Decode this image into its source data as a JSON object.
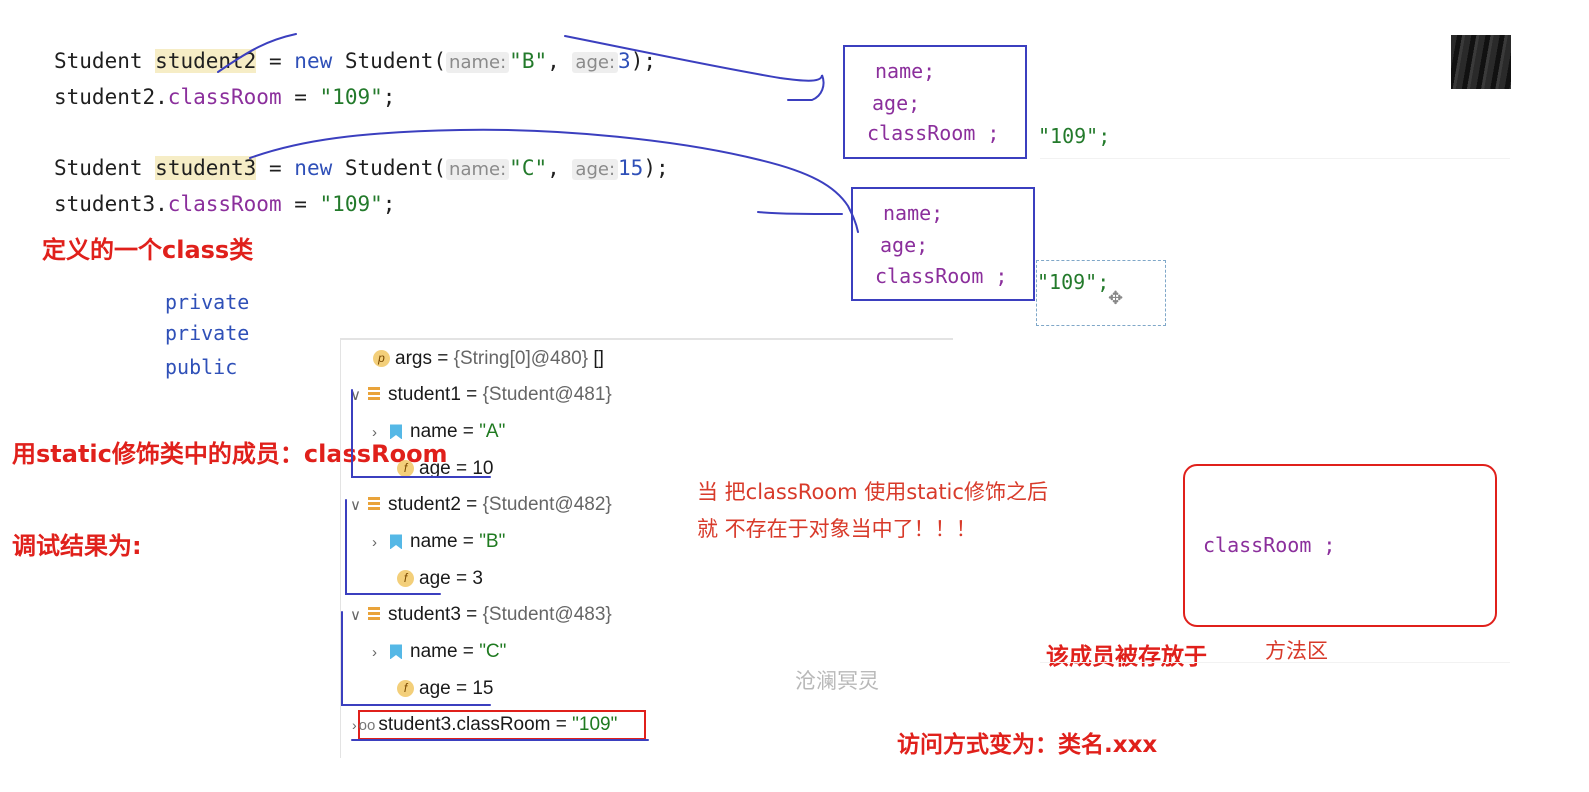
{
  "code": {
    "line1": {
      "type": "Student",
      "var": "student2",
      "eq": "=",
      "new": "new",
      "ctor": "Student(",
      "hint_name": "name:",
      "arg_name": "\"B\"",
      "comma": ",",
      "hint_age": "age:",
      "arg_age": "3",
      "close": ");"
    },
    "line2": {
      "obj": "student2.",
      "field": "classRoom",
      "eq": " = ",
      "value": "\"109\"",
      "end": ";"
    },
    "line3": {
      "type": "Student",
      "var": "student3",
      "eq": "=",
      "new": "new",
      "ctor": "Student(",
      "hint_name": "name:",
      "arg_name": "\"C\"",
      "comma": ",",
      "hint_age": "age:",
      "arg_age": "15",
      "close": ");"
    },
    "line4": {
      "obj": "student3.",
      "field": "classRoom",
      "eq": " = ",
      "value": "\"109\"",
      "end": ";"
    }
  },
  "modifiers": [
    "private",
    "private",
    "public"
  ],
  "object_box_1": {
    "name": "name;",
    "age": "age;",
    "classroom": "classRoom ;",
    "value": "\"109\";"
  },
  "object_box_2": {
    "name": "name;",
    "age": "age;",
    "classroom": "classRoom ;",
    "value": "\"109\";"
  },
  "annotations": {
    "define_class": "定义的一个class类",
    "static_member": "用static修饰类中的成员：classRoom",
    "debug_result": "调试结果为:",
    "note_line1": "当 把classRoom 使用static修饰之后",
    "note_line2": "就 不存在于对象当中了！！！",
    "stored_in": "该成员被存放于",
    "method_area": "方法区",
    "access_way": "访问方式变为：类名.xxx",
    "watermark": "沧澜冥灵"
  },
  "method_area_box": {
    "classroom": "classRoom ;"
  },
  "debugger": {
    "args": {
      "name": "args",
      "eq": " = ",
      "value": "{String[0]@480}",
      "extra": " []"
    },
    "student1": {
      "name": "student1",
      "eq": " = ",
      "value": "{Student@481}",
      "fields": [
        {
          "label": "name",
          "eq": " = ",
          "value": "\"A\""
        },
        {
          "label": "age",
          "eq": " = ",
          "value": "10"
        }
      ]
    },
    "student2": {
      "name": "student2",
      "eq": " = ",
      "value": "{Student@482}",
      "fields": [
        {
          "label": "name",
          "eq": " = ",
          "value": "\"B\""
        },
        {
          "label": "age",
          "eq": " = ",
          "value": "3"
        }
      ]
    },
    "student3": {
      "name": "student3",
      "eq": " = ",
      "value": "{Student@483}",
      "fields": [
        {
          "label": "name",
          "eq": " = ",
          "value": "\"C\""
        },
        {
          "label": "age",
          "eq": " = ",
          "value": "15"
        }
      ]
    },
    "watch": {
      "expr": "student3.classRoom",
      "eq": " = ",
      "value": "\"109\""
    }
  },
  "colors": {
    "annotation_red": "#e0201b",
    "pen_blue": "#3b3fbf",
    "keyword_blue": "#2f50b8",
    "field_purple": "#8b2f9c",
    "string_green": "#237a2b"
  },
  "icons": [
    "move-icon",
    "thumbnail-image"
  ]
}
